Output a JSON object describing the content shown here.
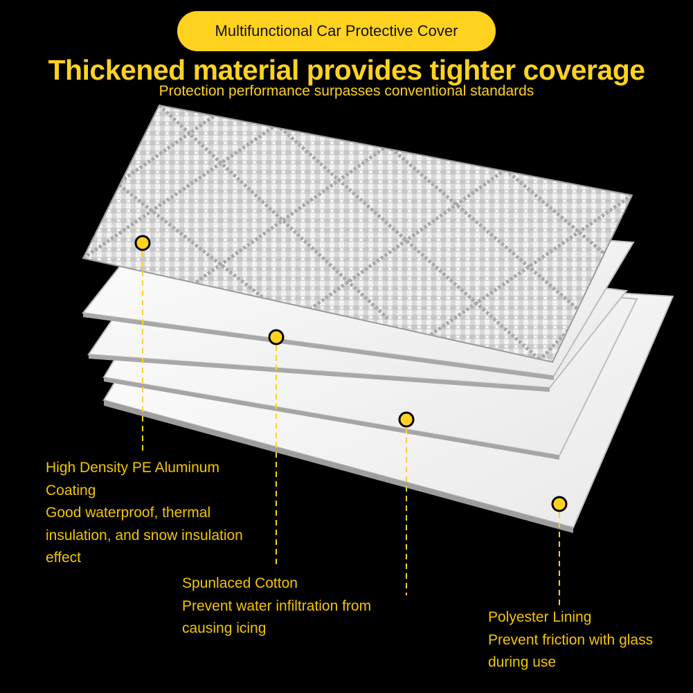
{
  "badge": "Multifunctional Car Protective Cover",
  "headline": "Thickened material provides tighter coverage",
  "subheadline": "Protection performance surpasses conventional standards",
  "callouts": [
    {
      "title_lines": [
        "High Density PE Aluminum",
        "Coating"
      ],
      "desc_lines": [
        "Good waterproof, thermal",
        "insulation, and snow insulation",
        "effect"
      ]
    },
    {
      "title_lines": [
        "Spunlaced Cotton"
      ],
      "desc_lines": [
        "Prevent water infiltration from",
        "causing icing"
      ]
    },
    {
      "title_lines": [
        "Polyester Lining"
      ],
      "desc_lines": [
        "Prevent friction with glass",
        "during use"
      ]
    }
  ],
  "colors": {
    "accent": "#ffd21f",
    "label_text": "#f5c400",
    "background": "#000000"
  }
}
